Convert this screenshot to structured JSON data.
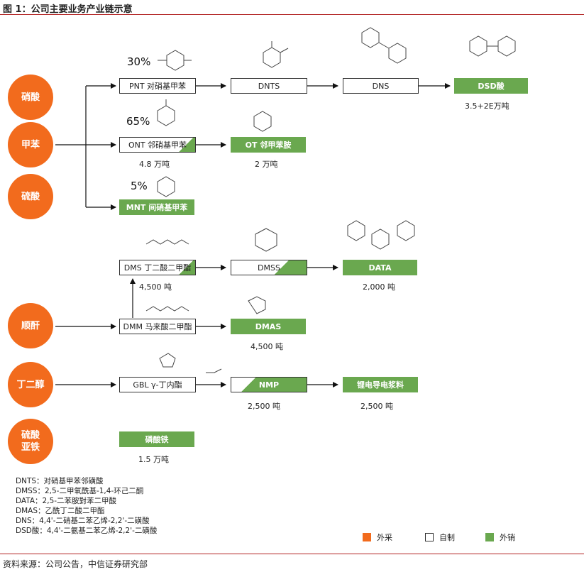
{
  "header": {
    "title": "图 1：公司主要业务产业链示意"
  },
  "inputs": {
    "nitric_acid": "硝酸",
    "toluene": "甲苯",
    "sulfuric_acid": "硫酸",
    "maleic_anhydride": "顺酐",
    "butanediol": "丁二醇",
    "ferrous_sulfate": "硫酸亚铁"
  },
  "nodes": {
    "pnt": "PNT 对硝基甲苯",
    "dnts": "DNTS",
    "dns": "DNS",
    "dsd": "DSD酸",
    "ont": "ONT 邻硝基甲苯",
    "ot": "OT 邻甲苯胺",
    "mnt": "MNT 间硝基甲苯",
    "dms": "DMS 丁二酸二甲酯",
    "dmss": "DMSS",
    "data": "DATA",
    "dmm": "DMM 马来酸二甲酯",
    "dmas": "DMAS",
    "gbl": "GBL γ-丁内酯",
    "nmp": "NMP",
    "slurry": "锂电导电浆料",
    "iron_phosphate": "磷酸铁"
  },
  "percentages": {
    "pnt": "30%",
    "ont": "65%",
    "mnt": "5%"
  },
  "capacities": {
    "dsd": "3.5+2E万吨",
    "ont": "4.8 万吨",
    "ot": "2 万吨",
    "dms": "4,500 吨",
    "data": "2,000 吨",
    "dmas": "4,500 吨",
    "nmp": "2,500 吨",
    "slurry": "2,500 吨",
    "iron_phosphate": "1.5 万吨"
  },
  "notes": [
    "DNTS：对硝基甲苯邻磺酸",
    "DMSS：2,5-二甲氧酰基-1,4-环己二酮",
    "DATA：2,5-二苯胺對苯二甲酸",
    "DMAS：乙酰丁二酸二甲酯",
    "DNS：4,4'-二硝基二苯乙烯-2,2'-二磺酸",
    "DSD酸：4,4'-二氨基二苯乙烯-2,2'-二磺酸"
  ],
  "legend": {
    "purchased": "外采",
    "self_made": "自制",
    "external_sales": "外销"
  },
  "colors": {
    "purchased": "#f26b1d",
    "self_made": "#ffffff",
    "external_sales": "#6aa84f",
    "rule": "#b22222"
  },
  "source": "资料来源：公司公告，中信证券研究部"
}
